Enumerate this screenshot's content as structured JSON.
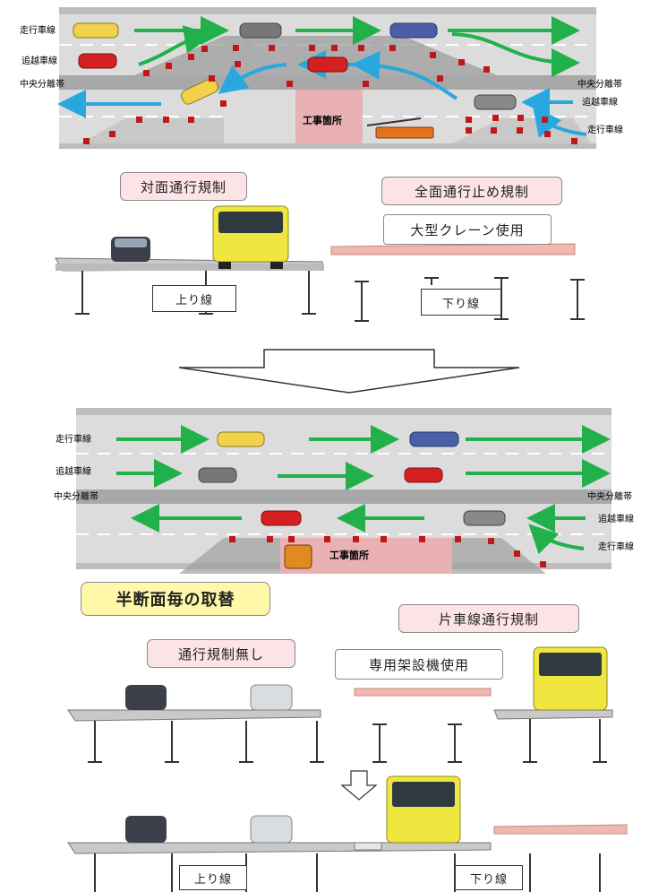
{
  "top_plan": {
    "labels": {
      "driving_lane_left": "走行車線",
      "passing_lane_left": "追越車線",
      "median_left": "中央分離帯",
      "median_right": "中央分離帯",
      "passing_lane_right": "追越車線",
      "driving_lane_right": "走行車線"
    },
    "work_area": "工事箇所"
  },
  "top_section": {
    "contraflow": "対面通行規制",
    "full_closure": "全面通行止め規制",
    "crane": "大型クレーン使用",
    "up_line": "上り線",
    "down_line": "下り線"
  },
  "bottom_plan": {
    "labels": {
      "driving_lane_left": "走行車線",
      "passing_lane_left": "追越車線",
      "median_left": "中央分離帯",
      "median_right": "中央分離帯",
      "passing_lane_right": "追越車線",
      "driving_lane_right": "走行車線"
    },
    "work_area": "工事箇所"
  },
  "bottom_section": {
    "half_section": "半断面毎の取替",
    "single_lane": "片車線通行規制",
    "no_restriction": "通行規制無し",
    "erector": "専用架設機使用",
    "up_line": "上り線",
    "down_line": "下り線"
  },
  "colors": {
    "green_arrow": "#22b04a",
    "blue_arrow": "#29a8e0",
    "road": "#d9d9d9",
    "median": "#a9a9a9",
    "work_zone": "#e9b1b3",
    "cone": "#c01818"
  }
}
